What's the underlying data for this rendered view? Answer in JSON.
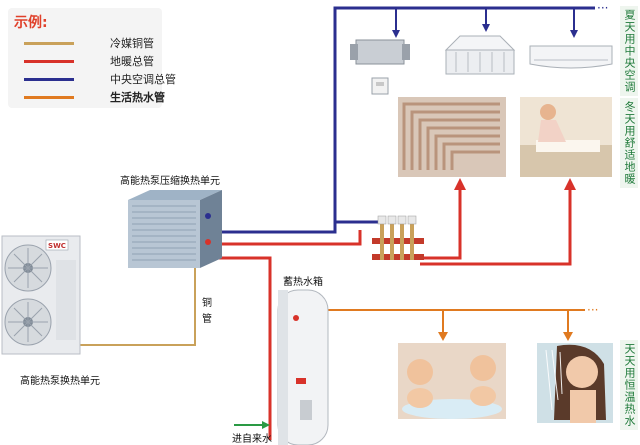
{
  "legend": {
    "title": "示例:",
    "items": [
      {
        "label": "冷媒铜管",
        "color": "#c9a15a"
      },
      {
        "label": "地暖总管",
        "color": "#d8322a"
      },
      {
        "label": "中央空调总管",
        "color": "#2b2f8f"
      },
      {
        "label": "生活热水管",
        "color": "#e07a20"
      }
    ]
  },
  "labels": {
    "heat_pump_top": "高能热泵压缩换热单元",
    "outdoor_unit": "高能热泵换热单元",
    "copper_pipe": "铜管",
    "tank": "蓄热水箱",
    "water_inlet": "进自来水"
  },
  "side_labels": {
    "summer": "夏天用中央空调",
    "winter": "冬天用舒适地暖",
    "hot_water": "天天用恒温热水"
  },
  "brand": "SWC",
  "colors": {
    "cold_pipe": "#c9a15a",
    "floor_heat": "#d8322a",
    "ac": "#2b2f8f",
    "hot_water": "#e07a20",
    "label_green": "#1f7a3a"
  }
}
